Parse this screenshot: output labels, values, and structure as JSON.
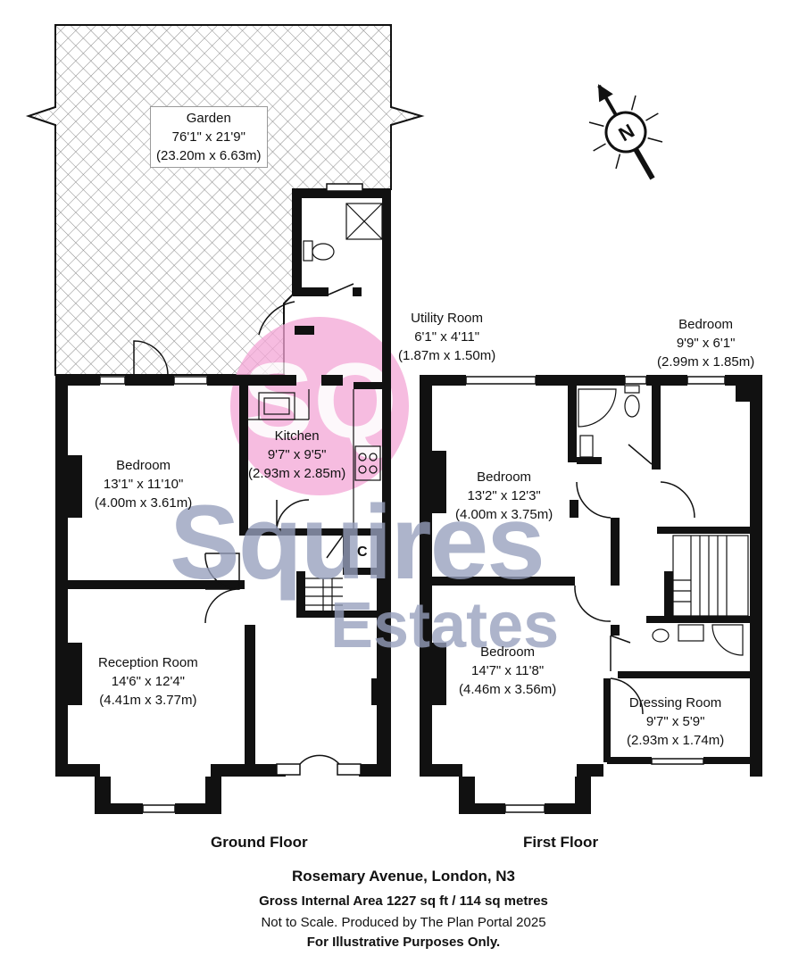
{
  "rooms": {
    "garden": {
      "name": "Garden",
      "dim": "76'1\" x 21'9\"",
      "metric": "(23.20m x 6.63m)"
    },
    "utility": {
      "name": "Utility Room",
      "dim": "6'1\" x 4'11\"",
      "metric": "(1.87m x 1.50m)"
    },
    "kitchen": {
      "name": "Kitchen",
      "dim": "9'7\" x 9'5\"",
      "metric": "(2.93m x 2.85m)"
    },
    "gf_bedroom": {
      "name": "Bedroom",
      "dim": "13'1\" x 11'10\"",
      "metric": "(4.00m x 3.61m)"
    },
    "reception": {
      "name": "Reception Room",
      "dim": "14'6\" x 12'4\"",
      "metric": "(4.41m x 3.77m)"
    },
    "ff_bedroom_small": {
      "name": "Bedroom",
      "dim": "9'9\" x 6'1\"",
      "metric": "(2.99m x 1.85m)"
    },
    "ff_bedroom_back": {
      "name": "Bedroom",
      "dim": "13'2\" x 12'3\"",
      "metric": "(4.00m x 3.75m)"
    },
    "ff_bedroom_front": {
      "name": "Bedroom",
      "dim": "14'7\" x 11'8\"",
      "metric": "(4.46m x 3.56m)"
    },
    "dressing": {
      "name": "Dressing Room",
      "dim": "9'7\" x 5'9\"",
      "metric": "(2.93m x 1.74m)"
    },
    "cupboard": {
      "name": "C"
    }
  },
  "floors": {
    "ground": "Ground Floor",
    "first": "First Floor"
  },
  "compass": {
    "label": "N"
  },
  "watermark": {
    "line1": "Squires",
    "line2": "Estates",
    "logo_color": "#f4a6d6",
    "text_color": "#97a0bd"
  },
  "footer": {
    "address": "Rosemary Avenue, London, N3",
    "area": "Gross Internal Area 1227 sq ft / 114 sq metres",
    "scale_note": "Not to Scale. Produced by The Plan Portal 2025",
    "disclaimer": "For Illustrative Purposes Only."
  },
  "colors": {
    "wall": "#111111",
    "garden_hatch": "#8a8a8a"
  }
}
